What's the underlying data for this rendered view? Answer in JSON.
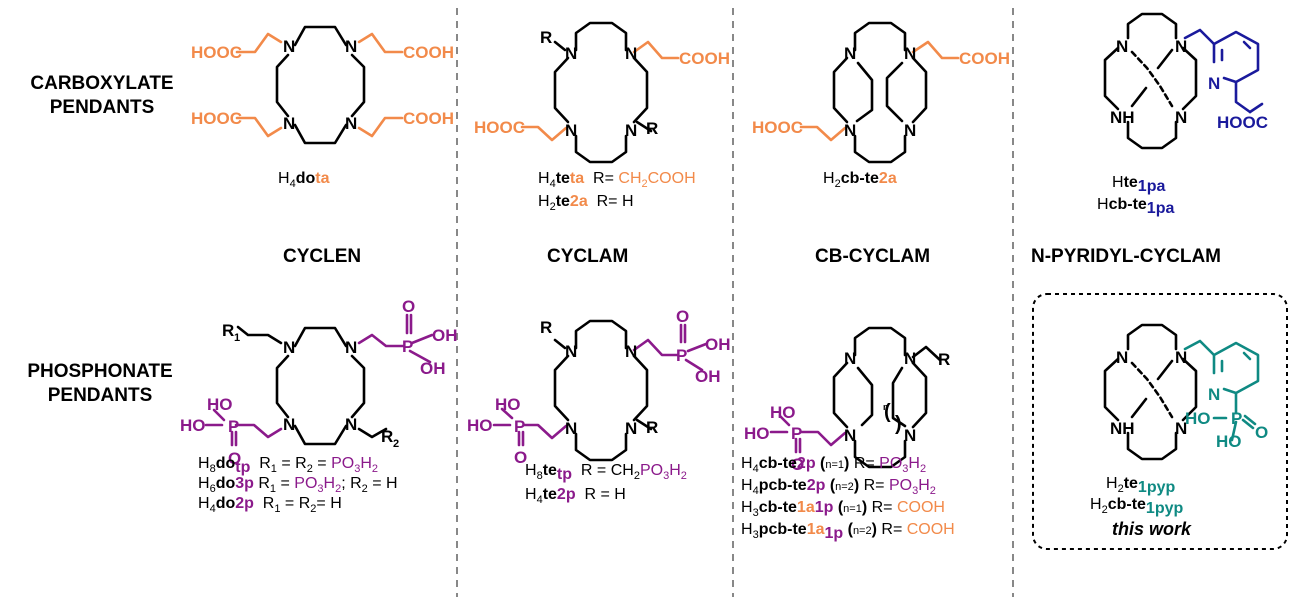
{
  "rows": {
    "carboxylate": [
      "CARBOXYLATE",
      "PENDANTS"
    ],
    "phosphonate": [
      "PHOSPHONATE",
      "PENDANTS"
    ]
  },
  "headings": [
    "CYCLEN",
    "CYCLAM",
    "CB-CYCLAM",
    "N-PYRIDYL-CYCLAM"
  ],
  "atoms": {
    "N": "N",
    "NH": "NH",
    "R": "R",
    "R1": "R",
    "R1_sub": "1",
    "R2": "R",
    "R2_sub": "2",
    "COOH": "COOH",
    "HOOC": "HOOC",
    "HO": "HO",
    "OH": "OH",
    "P": "P",
    "O": "O",
    "paren_open": "(",
    "paren_close": ")",
    "n_label": "n"
  },
  "labels": {
    "dota": {
      "pre": "H",
      "sub": "4",
      "bold": "do",
      "hl": "ta"
    },
    "teta": {
      "pre": "H",
      "sub": "4",
      "bold": "te",
      "hl": "ta",
      "rtext": "R= ",
      "rval": "CH",
      "rsub": "2",
      "rrest": "COOH"
    },
    "te2a": {
      "pre": "H",
      "sub": "2",
      "bold": "te",
      "hl": "2a",
      "rtext": "R= H"
    },
    "cbte2a": {
      "pre": "H",
      "sub": "2",
      "bold": "cb-te",
      "hl": "2a"
    },
    "te1pa": {
      "pre": "H",
      "bold": "te",
      "hl": "1pa"
    },
    "cbte1pa": {
      "pre": "H",
      "bold": "cb-te",
      "hl": "1pa"
    },
    "dotp": {
      "pre": "H",
      "sub": "8",
      "bold": "do",
      "hl": "tp",
      "r": "R",
      "r1": "1",
      "eq": " = R",
      "r2": "2",
      "eq2": " = ",
      "val": "PO",
      "vsub": "3",
      "val2": "H",
      "vsub2": "2"
    },
    "do3p": {
      "pre": "H",
      "sub": "6",
      "bold": "do",
      "hl": "3p",
      "r": "R",
      "r1": "1",
      "eq": " = ",
      "val": "PO",
      "vsub": "3",
      "val2": "H",
      "vsub2": "2",
      "tail": "; R",
      "r2": "2",
      "tail2": " = H"
    },
    "do2p": {
      "pre": "H",
      "sub": "4",
      "bold": "do",
      "hl": "2p",
      "r": "R",
      "r1": "1",
      "eq": " = R",
      "r2": "2",
      "tail": "= H"
    },
    "tetp": {
      "pre": "H",
      "sub": "8",
      "bold": "te",
      "hl": "tp",
      "rtext": "R = CH",
      "rsub": "2",
      "rrest": "PO",
      "rsub2": "3",
      "rrest2": "H",
      "rsub3": "2"
    },
    "te2p": {
      "pre": "H",
      "sub": "4",
      "bold": "te",
      "hl": "2p",
      "rtext": "R = H"
    },
    "cbte2p": {
      "pre": "H",
      "sub": "4",
      "bold": "cb-te",
      "hl": "2p",
      "n": "n=1",
      "rtext": "R= ",
      "val": "PO",
      "vsub": "3",
      "val2": "H",
      "vsub2": "2"
    },
    "pcbte2p": {
      "pre": "H",
      "sub": "4",
      "bold": "pcb-te",
      "hl": "2p",
      "n": "n=2",
      "rtext": "R= ",
      "val": "PO",
      "vsub": "3",
      "val2": "H",
      "vsub2": "2"
    },
    "cbte1a1p": {
      "pre": "H",
      "sub": "3",
      "bold": "cb-te",
      "hl": "1a",
      "hl2": "1p",
      "n": "n=1",
      "rtext": "R= ",
      "val": "COOH"
    },
    "pcbte1a1p": {
      "pre": "H",
      "sub": "3",
      "bold": "pcb-te",
      "hl": "1a",
      "hl2": "1p",
      "n": "n=2",
      "rtext": "R= ",
      "val": "COOH"
    },
    "te1pyp": {
      "pre": "H",
      "sub": "2",
      "bold": "te",
      "hl": "1pyp"
    },
    "cbte1pyp": {
      "pre": "H",
      "sub": "2",
      "bold": "cb-te",
      "hl": "1pyp"
    },
    "thiswork": "this work"
  },
  "colors": {
    "carboxylate": "#f28a4a",
    "phosphonate": "#8b1a8b",
    "picolinate": "#1a1a9c",
    "pyridylphosphonate": "#0f8a83",
    "divider": "#888888"
  }
}
